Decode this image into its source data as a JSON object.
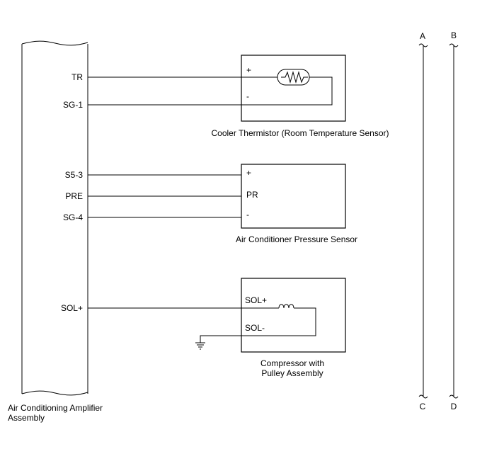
{
  "amplifier": {
    "label_line1": "Air Conditioning Amplifier",
    "label_line2": "Assembly",
    "pins": {
      "tr": "TR",
      "sg1": "SG-1",
      "s53": "S5-3",
      "pre": "PRE",
      "sg4": "SG-4",
      "sol_plus": "SOL+"
    }
  },
  "thermistor": {
    "label": "Cooler Thermistor (Room Temperature Sensor)",
    "plus": "+",
    "minus": "-"
  },
  "pressure_sensor": {
    "label": "Air Conditioner Pressure Sensor",
    "plus": "+",
    "pr": "PR",
    "minus": "-"
  },
  "compressor": {
    "label_line1": "Compressor with",
    "label_line2": "Pulley Assembly",
    "sol_plus": "SOL+",
    "sol_minus": "SOL-"
  },
  "connectors": {
    "a": "A",
    "b": "B",
    "c": "C",
    "d": "D"
  }
}
